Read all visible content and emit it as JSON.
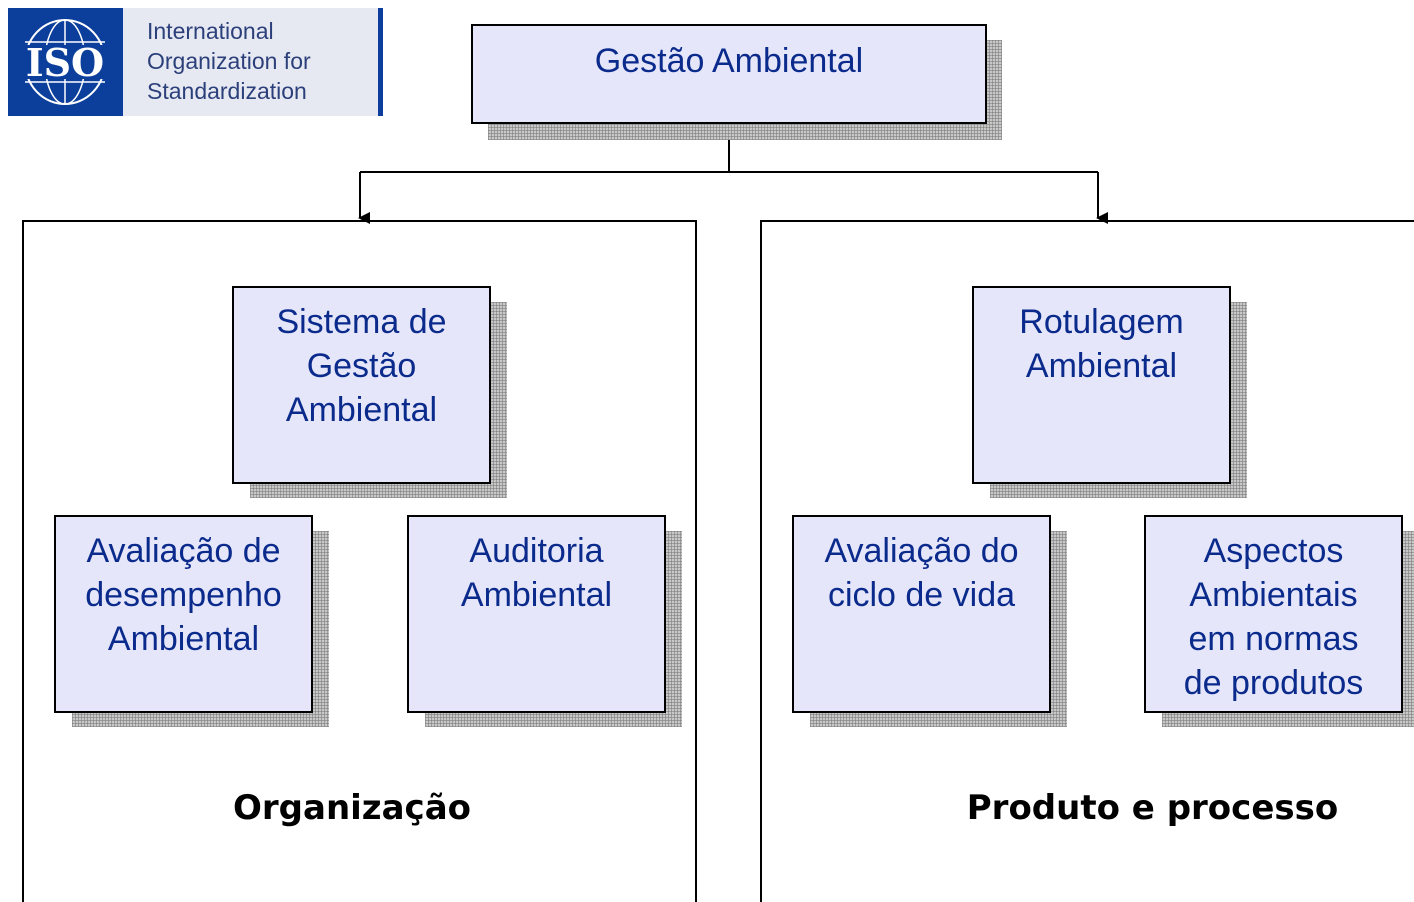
{
  "logo": {
    "mark": "ISO",
    "lines": [
      "International",
      "Organization for",
      "Standardization"
    ],
    "colors": {
      "brand": "#0c3f9c",
      "text": "#2b3f7a",
      "panel": "#e7e9f2"
    }
  },
  "root": {
    "label": "Gestão Ambiental"
  },
  "left_panel": {
    "caption": "Organização",
    "top": {
      "lines": [
        "Sistema de",
        "Gestão",
        "Ambiental"
      ]
    },
    "bottom_left": {
      "lines": [
        "Avaliação de",
        "desempenho",
        "Ambiental"
      ]
    },
    "bottom_right": {
      "lines": [
        "Auditoria",
        "Ambiental"
      ]
    }
  },
  "right_panel": {
    "caption": "Produto e processo",
    "top": {
      "lines": [
        "Rotulagem",
        "Ambiental"
      ]
    },
    "bottom_left": {
      "lines": [
        "Avaliação do",
        "ciclo de vida"
      ]
    },
    "bottom_right": {
      "lines": [
        "Aspectos",
        "Ambientais",
        "em normas",
        "de produtos"
      ]
    }
  },
  "colors": {
    "box_fill": "#e6e6fa",
    "box_text": "#0a2a8c",
    "border": "#000000"
  }
}
